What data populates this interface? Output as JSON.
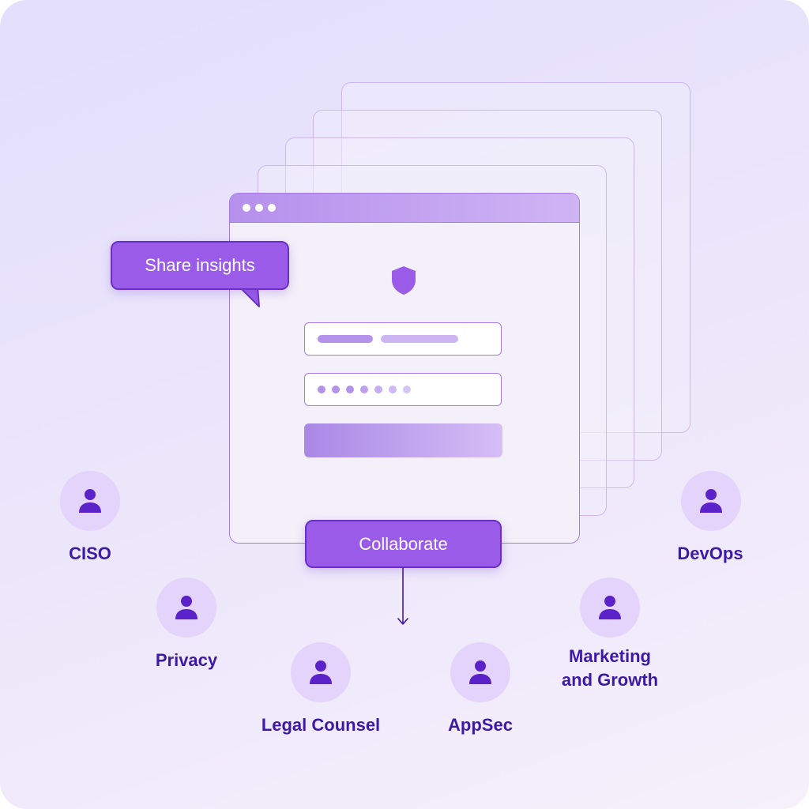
{
  "callouts": {
    "share": "Share insights",
    "collaborate": "Collaborate"
  },
  "login_window": {
    "icon": "shield-icon",
    "password_dot_count": 7
  },
  "roles": [
    {
      "label": "CISO",
      "icon": "person-icon"
    },
    {
      "label": "Privacy",
      "icon": "person-icon"
    },
    {
      "label": "Legal Counsel",
      "icon": "person-icon"
    },
    {
      "label": "AppSec",
      "icon": "person-icon"
    },
    {
      "label": "Marketing\nand Growth",
      "icon": "person-icon"
    },
    {
      "label": "DevOps",
      "icon": "person-icon"
    }
  ],
  "colors": {
    "accent": "#9a5ce8",
    "accent_dark": "#6a2fc4",
    "label_text": "#3d1aa6",
    "circle_fill": "#e4d3fb"
  }
}
